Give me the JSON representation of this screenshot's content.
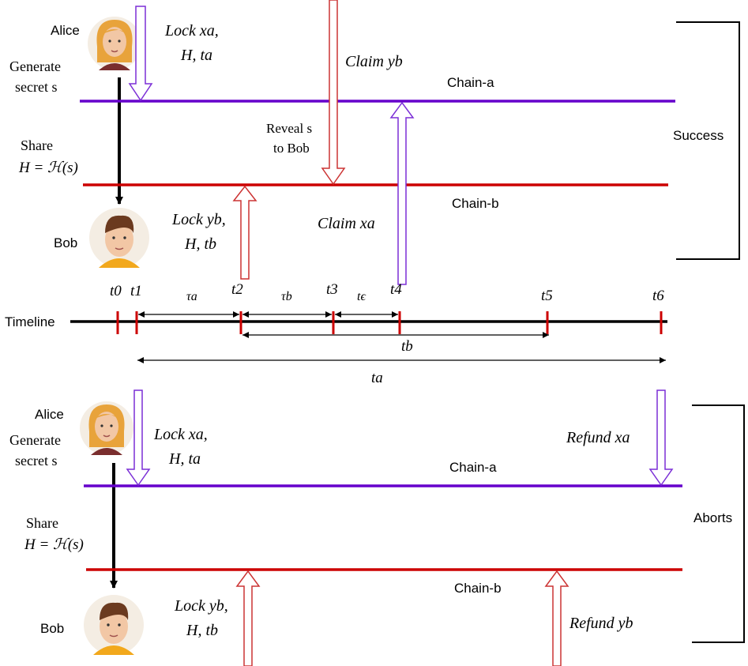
{
  "colors": {
    "chain_a": "#6600CC",
    "chain_b": "#CC0000",
    "timeline": "#000000",
    "tick": "#CC0000",
    "skin": "#F2C7A5",
    "alice_hair": "#E8A33B",
    "bob_hair": "#6B3A1F",
    "bob_shirt": "#F2A81C",
    "avatar_bg": "#F4EDE3"
  },
  "success": {
    "alice": "Alice",
    "bob": "Bob",
    "generate": [
      "Generate",
      "secret s"
    ],
    "share": [
      "Share",
      "H = ℋ(s)"
    ],
    "lock_a": [
      "Lock xa,",
      "H, ta"
    ],
    "lock_b": [
      "Lock yb,",
      "H, tb"
    ],
    "claim_y": "Claim yb",
    "claim_x": "Claim xa",
    "reveal": [
      "Reveal s",
      "to Bob"
    ],
    "chain_a": "Chain-a",
    "chain_b": "Chain-b",
    "outcome": "Success"
  },
  "timeline": {
    "label": "Timeline",
    "ticks": [
      "t0",
      "t1",
      "t2",
      "t3",
      "t4",
      "t5",
      "t6"
    ],
    "intervals": [
      "τa",
      "τb",
      "tϵ",
      "tb",
      "ta"
    ]
  },
  "aborts": {
    "alice": "Alice",
    "bob": "Bob",
    "generate": [
      "Generate",
      "secret s"
    ],
    "share": [
      "Share",
      "H = ℋ(s)"
    ],
    "lock_a": [
      "Lock xa,",
      "H, ta"
    ],
    "lock_b": [
      "Lock yb,",
      "H, tb"
    ],
    "refund_x": "Refund xa",
    "refund_y": "Refund yb",
    "chain_a": "Chain-a",
    "chain_b": "Chain-b",
    "outcome": "Aborts"
  }
}
